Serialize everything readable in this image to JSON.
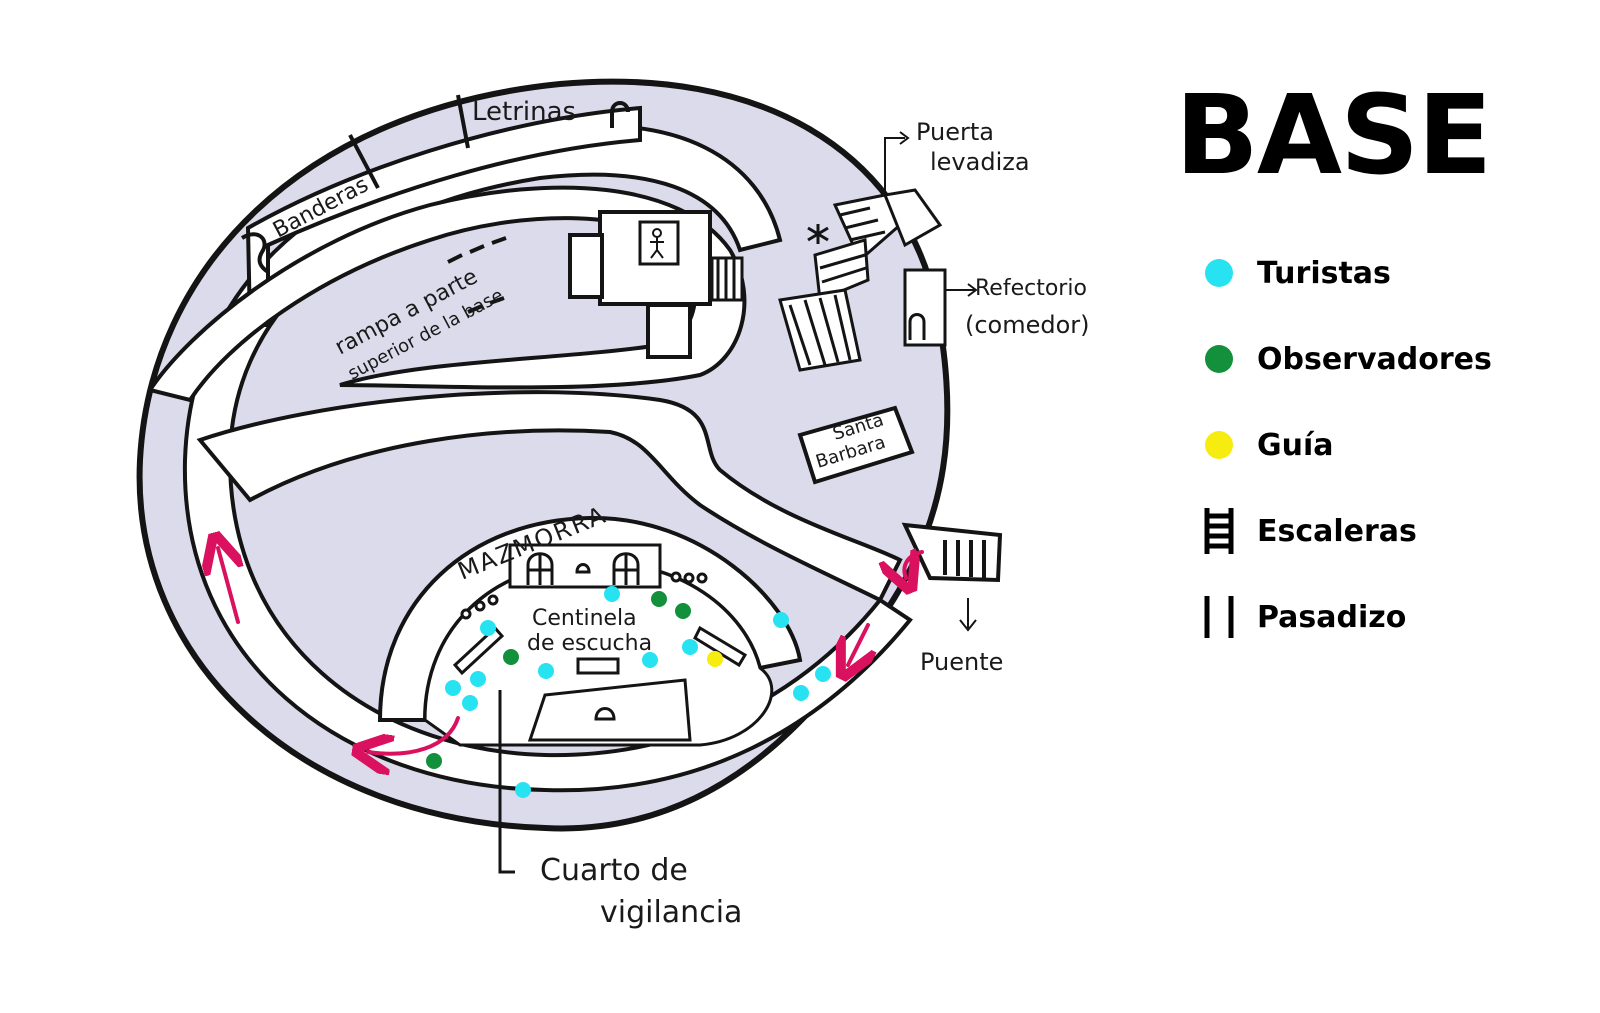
{
  "legend": {
    "title": "BASE",
    "items": [
      {
        "label": "Turistas",
        "icon": "cyan-dot",
        "color": "#27e3f2"
      },
      {
        "label": "Observadores",
        "icon": "green-dot",
        "color": "#13903c"
      },
      {
        "label": "Guía",
        "icon": "yellow-dot",
        "color": "#f6ec10"
      },
      {
        "label": "Escaleras",
        "icon": "ladder-icon",
        "color": "#000000"
      },
      {
        "label": "Pasadizo",
        "icon": "passage-icon",
        "color": "#000000"
      }
    ]
  },
  "map": {
    "labels": {
      "letrinas": "Letrinas",
      "banderas": "Banderas",
      "puerta": "Puerta",
      "levadiza": "levadiza",
      "refectorio": "Refectorio",
      "comedor": "(comedor)",
      "rampa": "rampa a parte",
      "superior": "superior de la base",
      "santa": "Santa",
      "barbara": "Barbara",
      "mazmorra": "MAZMORRA",
      "centinela": "Centinela",
      "escucha": "de escucha",
      "puente": "Puente",
      "cuarto": "Cuarto de",
      "vigilancia": "vigilancia"
    },
    "colors": {
      "fill": "#d9d8ea",
      "ink": "#141414",
      "arrow": "#d9115f"
    }
  }
}
